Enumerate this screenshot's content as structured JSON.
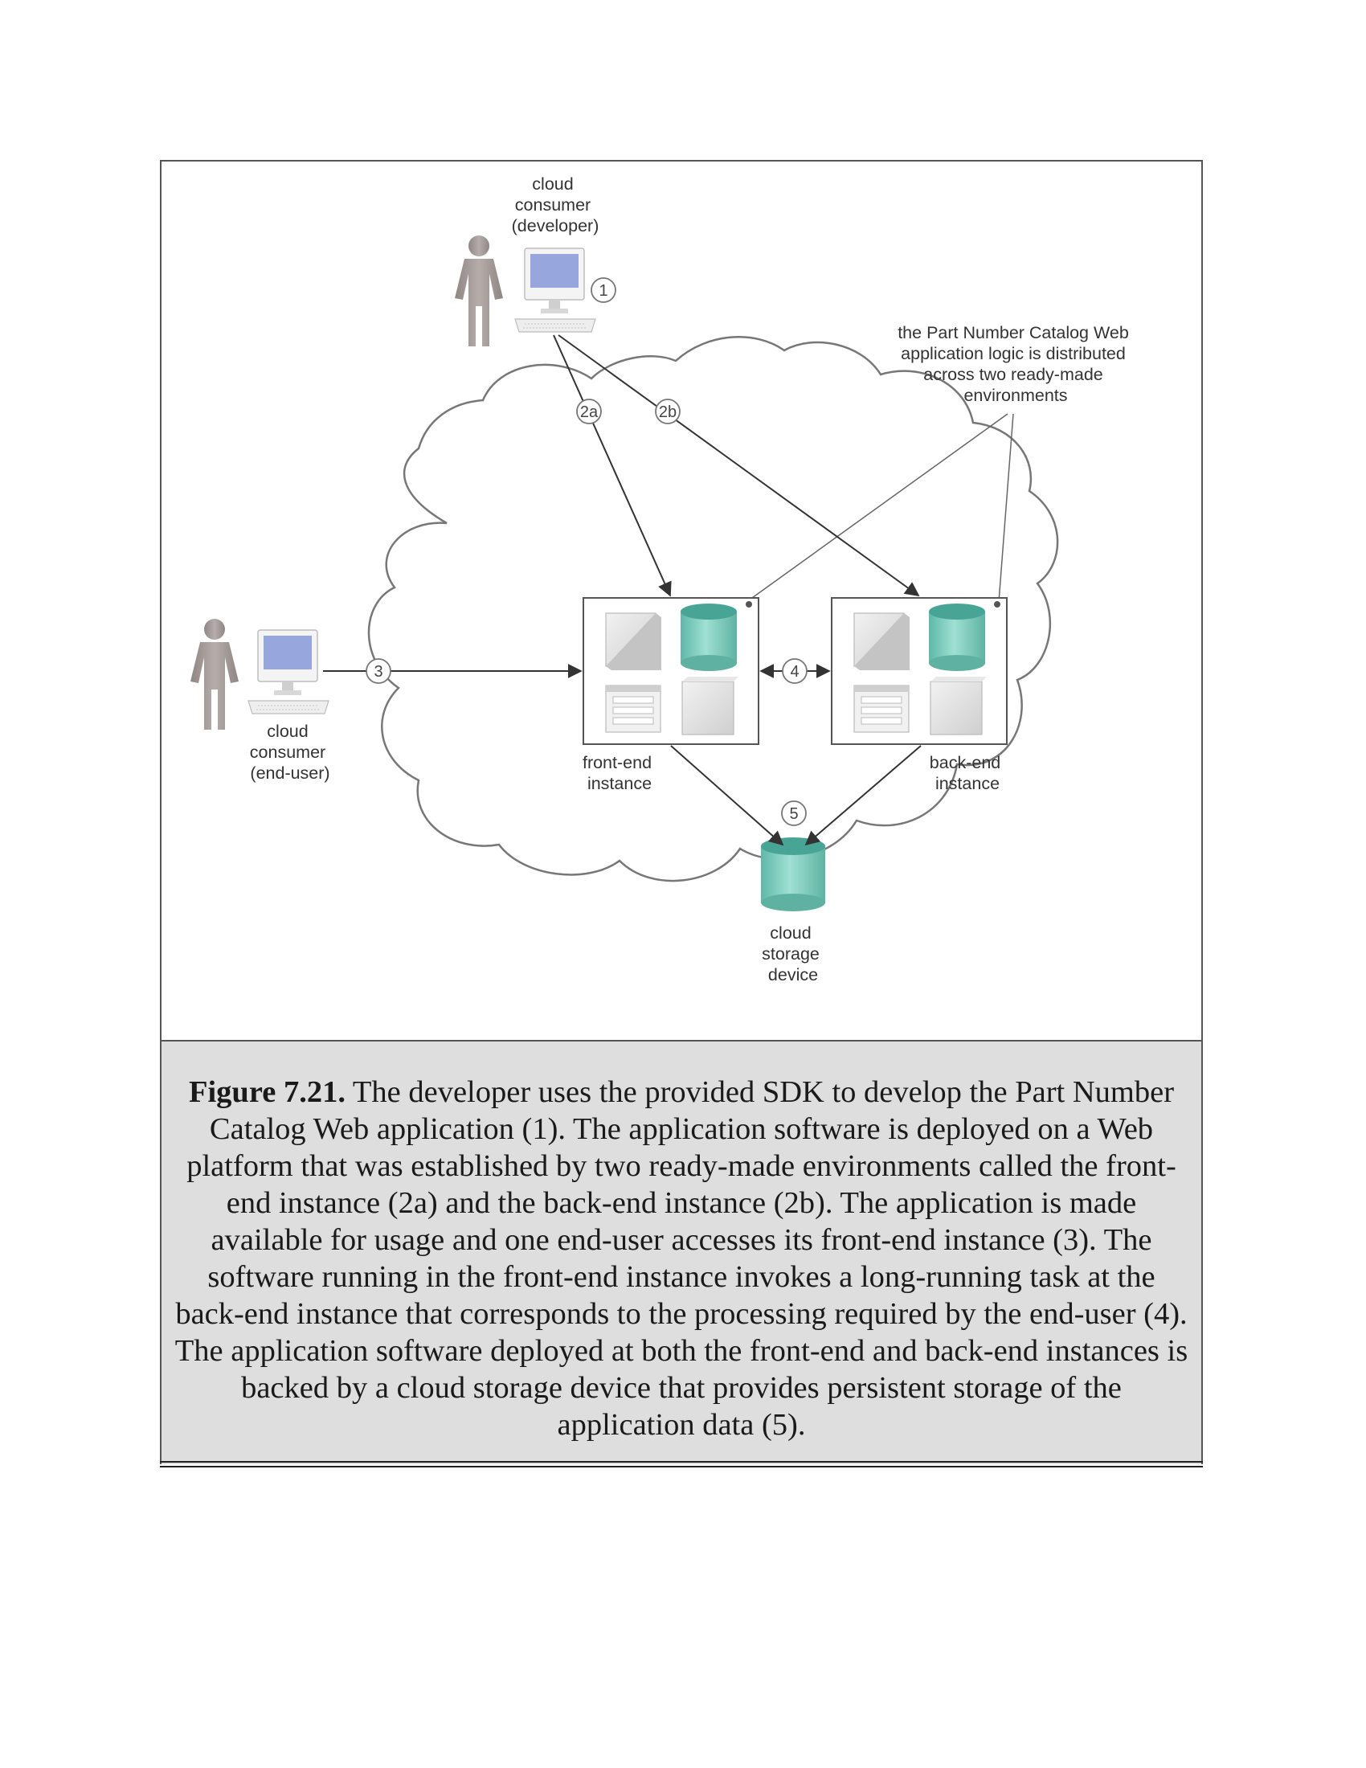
{
  "diagram": {
    "developer_label": [
      "cloud",
      "consumer",
      "(developer)"
    ],
    "enduser_label": [
      "cloud",
      "consumer",
      "(end-user)"
    ],
    "annotation": [
      "the Part Number Catalog Web",
      "application logic is distributed",
      "across two ready-made",
      "environments"
    ],
    "frontend_label": [
      "front-end",
      "instance"
    ],
    "backend_label": [
      "back-end",
      "instance"
    ],
    "storage_label": [
      "cloud",
      "storage",
      "device"
    ],
    "step_markers": {
      "s1": "1",
      "s2a": "2a",
      "s2b": "2b",
      "s3": "3",
      "s4": "4",
      "s5": "5"
    },
    "colors": {
      "cylinder_teal": "#7fcdbf",
      "monitor_screen": "#97a6dc",
      "person_gray": "#a39a98",
      "caption_background": "#dedede"
    },
    "icons": [
      "person-icon",
      "computer-icon",
      "server-icon",
      "database-icon",
      "cloud-outline"
    ]
  },
  "caption": {
    "figure_label": "Figure 7.21.",
    "text": " The developer uses the provided SDK to develop the Part Number Catalog Web application (1). The application software is deployed on a Web platform that was established by two ready-made environments called the front-end instance (2a) and the back-end instance (2b). The application is made available for usage and one end-user accesses its front-end instance (3). The software running in the front-end instance invokes a long-running task at the back-end instance that corresponds to the processing required by the end-user (4). The application software deployed at both the front-end and back-end instances is backed by a cloud storage device that provides persistent storage of the application data (5)."
  }
}
